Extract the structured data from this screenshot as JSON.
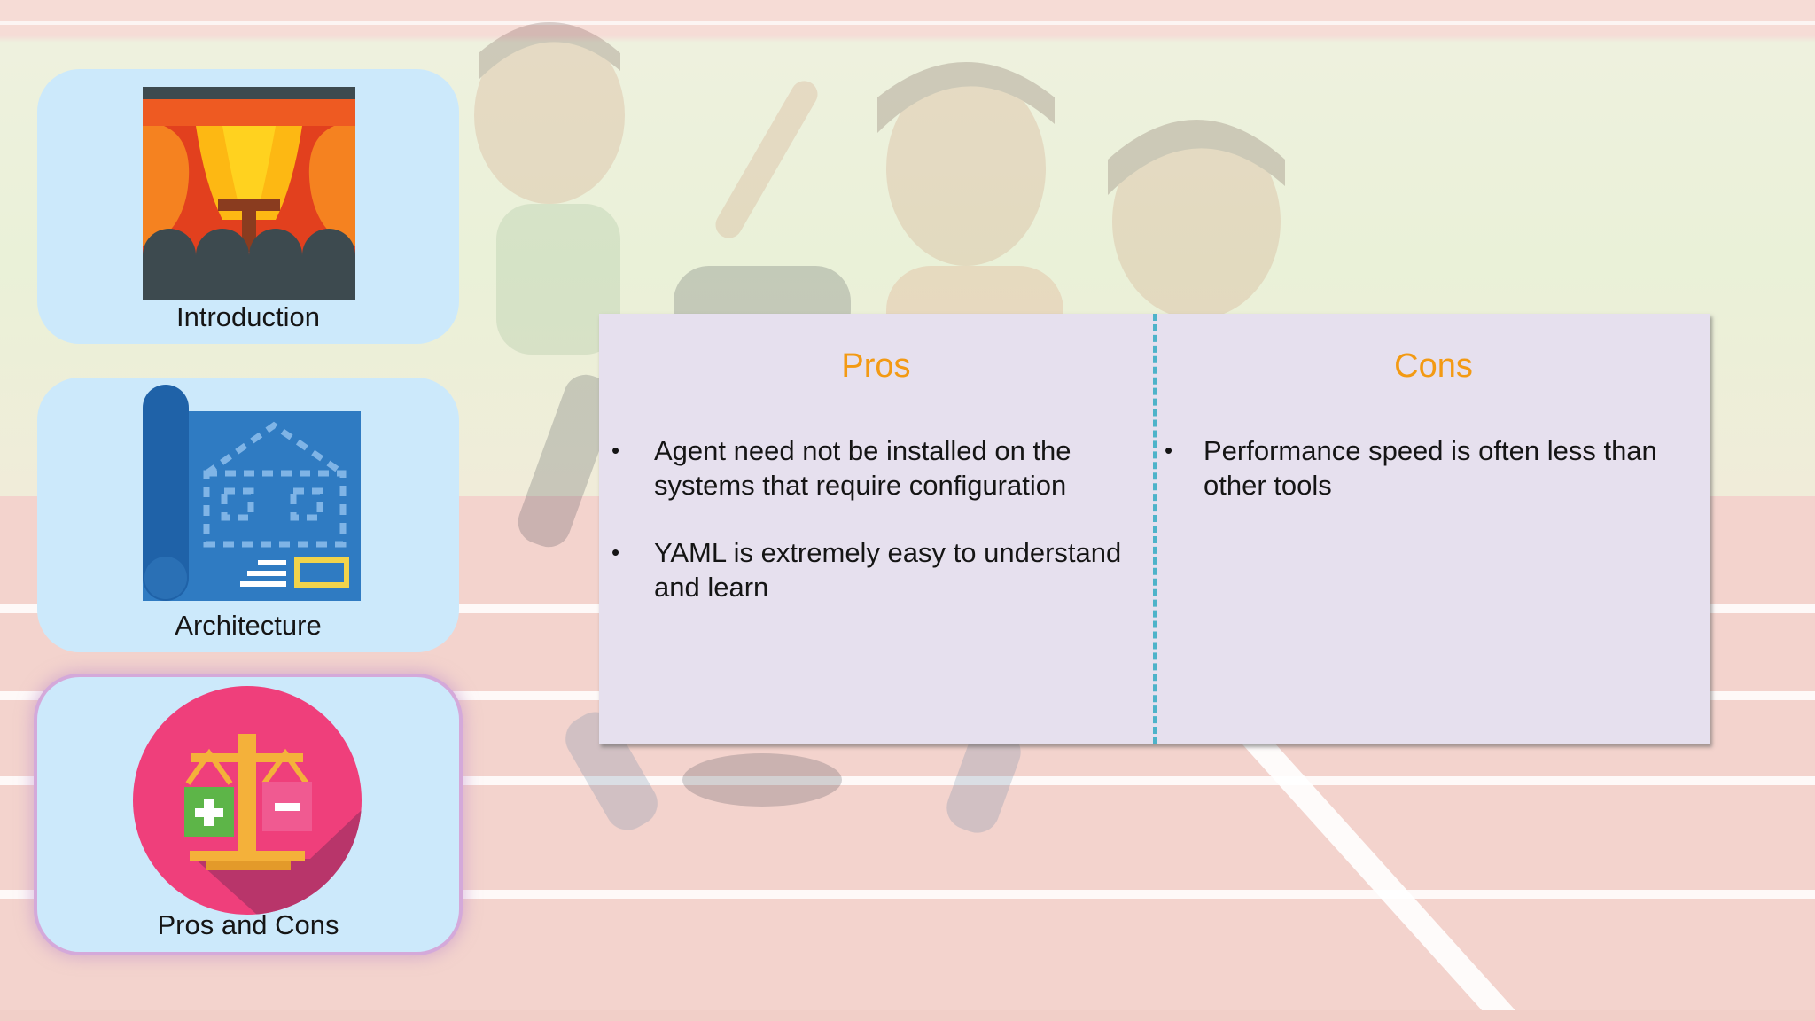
{
  "slide": {
    "colors": {
      "card_background": "#cce9fb",
      "active_card_glow": "#d4a9da",
      "panel_background": "#e6e0ee",
      "heading_color": "#f39a13",
      "divider_color": "#4eb3c9"
    }
  },
  "nav": {
    "items": [
      {
        "label": "Introduction",
        "icon": "theater-stage-icon",
        "active": false
      },
      {
        "label": "Architecture",
        "icon": "blueprint-icon",
        "active": false
      },
      {
        "label": "Pros and Cons",
        "icon": "balance-scale-icon",
        "active": true
      }
    ]
  },
  "comparison": {
    "pros": {
      "title": "Pros",
      "items": [
        "Agent need not be installed on the systems that require configuration",
        "YAML is extremely easy to understand and learn"
      ]
    },
    "cons": {
      "title": "Cons",
      "items": [
        "Performance speed is often less than other tools"
      ]
    },
    "bullet": "•"
  }
}
